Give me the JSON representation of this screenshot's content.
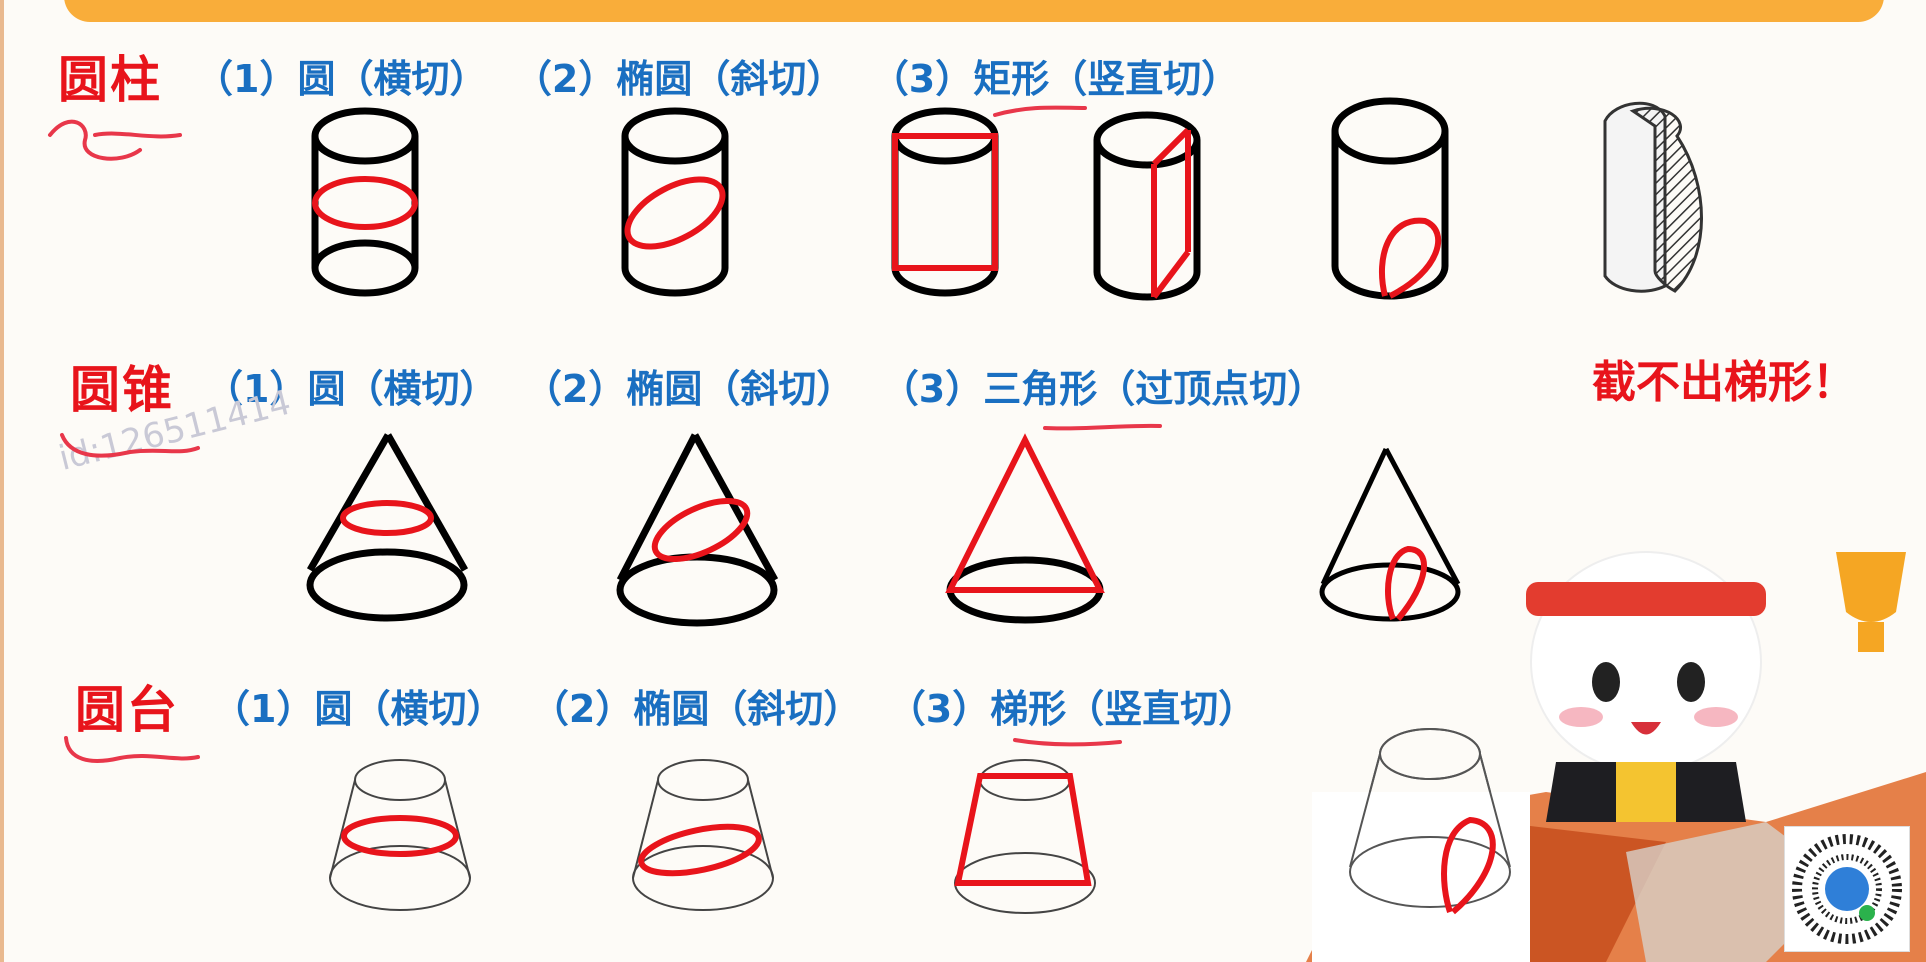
{
  "rows": [
    {
      "title": "圆柱",
      "items": "（1）圆（横切）  （2）椭圆（斜切）  （3）矩形（竖直切）"
    },
    {
      "title": "圆锥",
      "items": "（1）圆（横切）  （2）椭圆（斜切）  （3）三角形（过顶点切）"
    },
    {
      "title": "圆台",
      "items": "（1）圆（横切）  （2）椭圆（斜切）  （3）梯形（竖直切）"
    }
  ],
  "note": "截不出梯形！",
  "watermark": "id:126511414",
  "colors": {
    "accent_red": "#e8141b",
    "accent_blue": "#1a6fc1",
    "top_bar": "#f9ad3a"
  },
  "icons": [
    "cylinder-figure",
    "cone-figure",
    "frustum-figure",
    "mascot-illustration",
    "qr-code-icon"
  ]
}
